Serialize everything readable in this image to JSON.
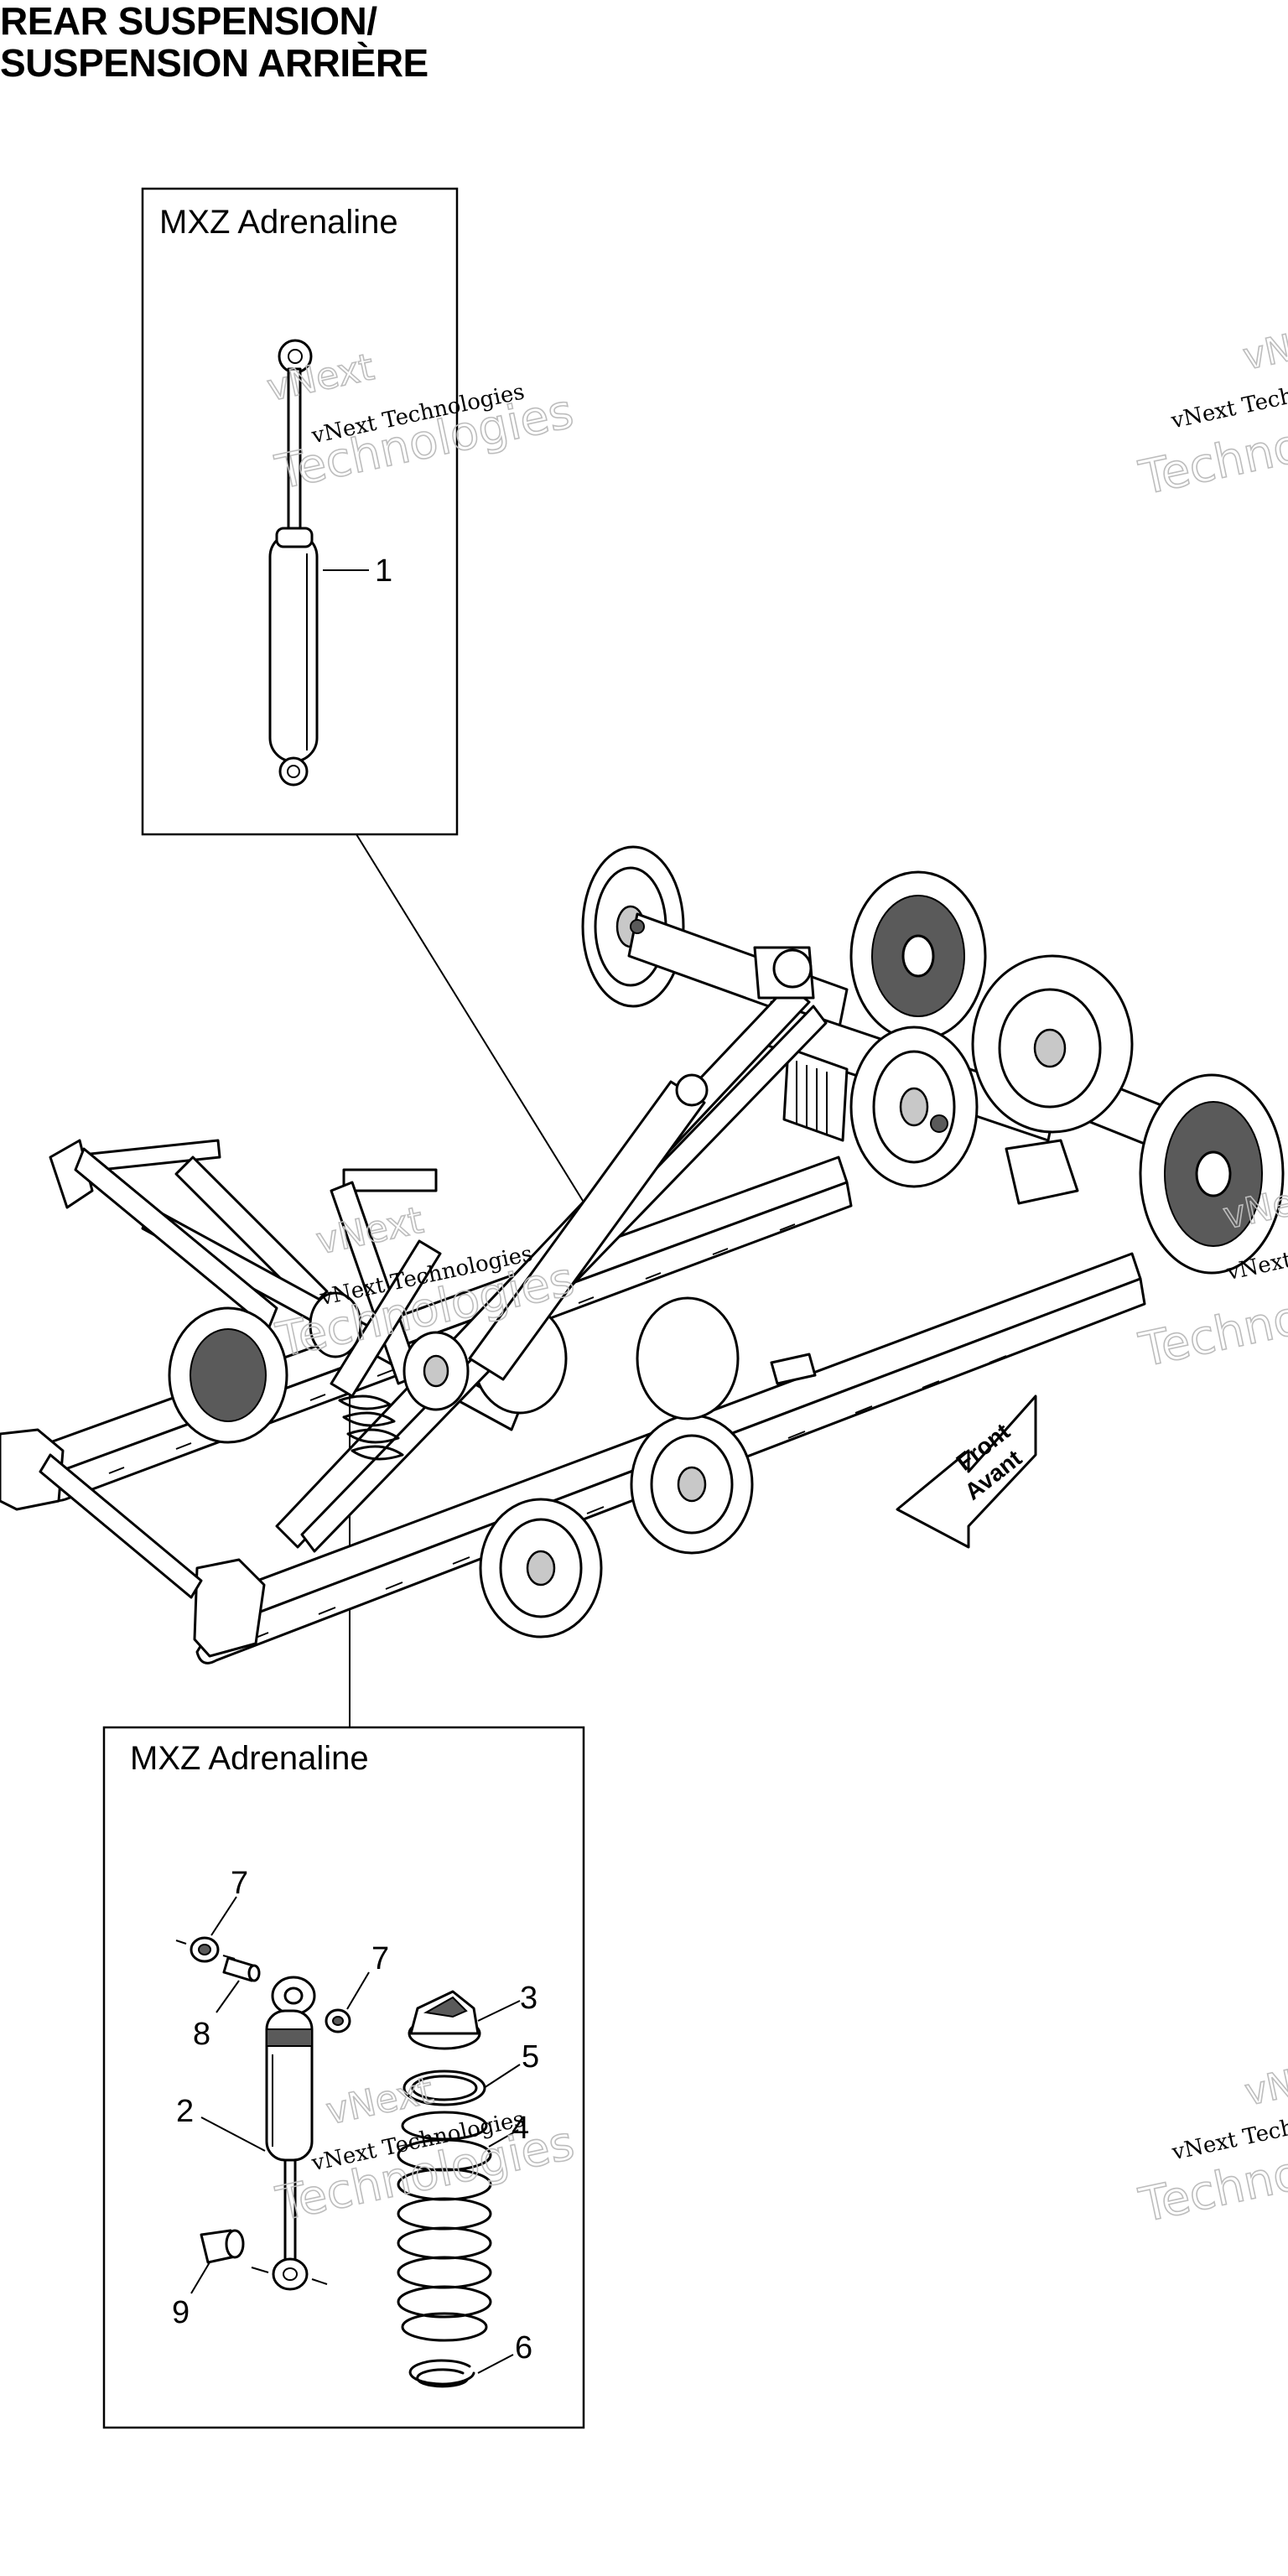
{
  "title": {
    "line1": "REAR SUSPENSION/",
    "line2": "SUSPENSION ARRIÈRE"
  },
  "inset_top": {
    "label": "MXZ Adrenaline"
  },
  "inset_bottom": {
    "label": "MXZ Adrenaline"
  },
  "direction_arrow": {
    "line1": "Front",
    "line2": "Avant"
  },
  "callouts": {
    "c1": "1",
    "c2": "2",
    "c3": "3",
    "c4": "4",
    "c5": "5",
    "c6": "6",
    "c7a": "7",
    "c7b": "7",
    "c8": "8",
    "c9": "9"
  },
  "watermark": {
    "company": "vNext Technologies",
    "word1": "vNext",
    "word2": "Technologies"
  }
}
